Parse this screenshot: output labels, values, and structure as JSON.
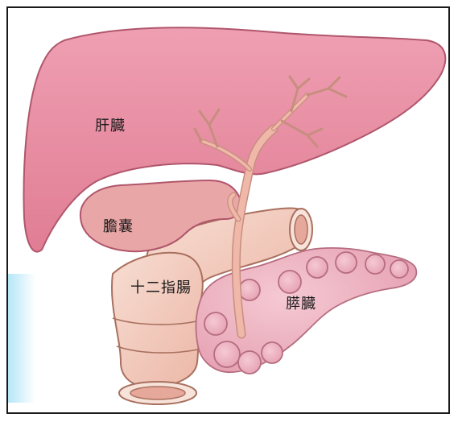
{
  "labels": {
    "liver": "肝臓",
    "gallbladder": "膽嚢",
    "duodenum": "十二指腸",
    "pancreas": "膵臓"
  },
  "colors": {
    "liver": "#e88aa0",
    "liver_outline": "#b0566c",
    "gallbladder": "#e9a6a6",
    "duodenum": "#f3cdc0",
    "pancreas": "#eab0bf",
    "bile_duct": "#f0b8a8"
  }
}
